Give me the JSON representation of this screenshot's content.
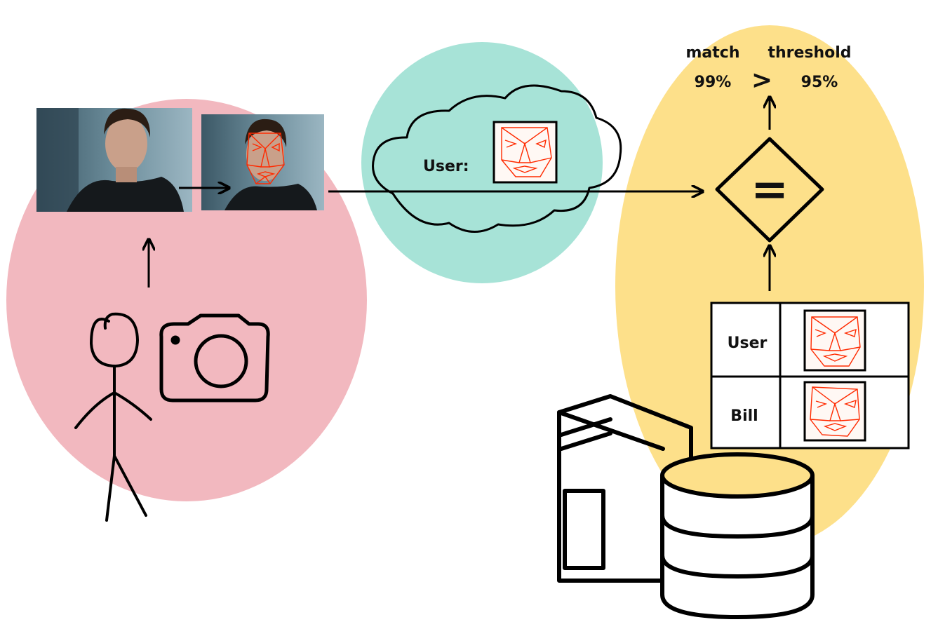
{
  "colors": {
    "capture_zone": "#f2b8bf",
    "cloud_zone": "#a7e3d7",
    "server_zone": "#fde08a",
    "mesh": "#ff2a00",
    "ink": "#000000"
  },
  "cloud": {
    "user_label": "User:"
  },
  "comparison": {
    "match_label": "match",
    "match_value": "99%",
    "operator": ">",
    "threshold_label": "threshold",
    "threshold_value": "95%",
    "equals_symbol": "="
  },
  "database_table": {
    "rows": [
      {
        "name": "User"
      },
      {
        "name": "Bill"
      }
    ]
  },
  "icons": {
    "person": "stick-figure-icon",
    "camera": "camera-icon",
    "server": "server-tower-icon",
    "database": "database-icon"
  }
}
